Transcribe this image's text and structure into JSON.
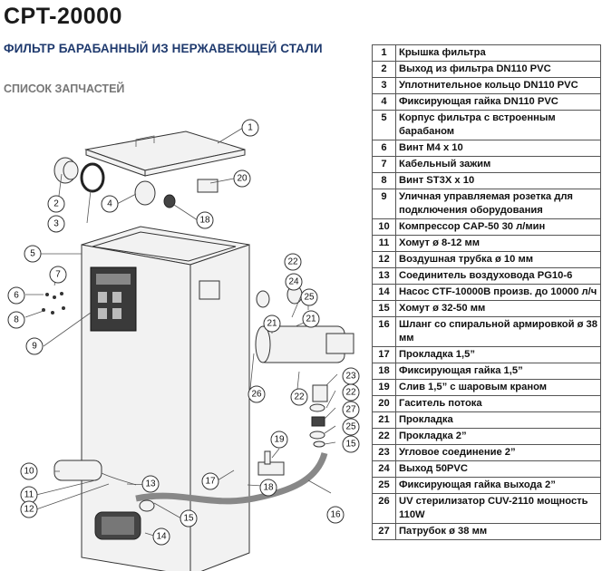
{
  "header": {
    "title": "CPT-20000",
    "subtitle": "ФИЛЬТР БАРАБАННЫЙ ИЗ НЕРЖАВЕЮЩЕЙ СТАЛИ",
    "section": "СПИСОК ЗАПЧАСТЕЙ"
  },
  "parts": [
    {
      "num": "1",
      "name": "Крышка фильтра"
    },
    {
      "num": "2",
      "name": "Выход из фильтра DN110 PVC"
    },
    {
      "num": "3",
      "name": "Уплотнительное кольцо DN110 PVC"
    },
    {
      "num": "4",
      "name": "Фиксирующая гайка DN110 PVC"
    },
    {
      "num": "5",
      "name": "Корпус фильтра с встроенным барабаном"
    },
    {
      "num": "6",
      "name": "Винт M4 x 10"
    },
    {
      "num": "7",
      "name": "Кабельный зажим"
    },
    {
      "num": "8",
      "name": "Винт ST3X x 10"
    },
    {
      "num": "9",
      "name": "Уличная управляемая розетка для подключения оборудования"
    },
    {
      "num": "10",
      "name": "Компрессор CAP-50 30 л/мин"
    },
    {
      "num": "11",
      "name": "Хомут ø 8-12 мм"
    },
    {
      "num": "12",
      "name": "Воздушная трубка ø 10 мм"
    },
    {
      "num": "13",
      "name": "Соединитель воздуховода PG10-6"
    },
    {
      "num": "14",
      "name": "Насос CTF-10000B произв. до 10000 л/ч"
    },
    {
      "num": "15",
      "name": "Хомут ø 32-50 мм"
    },
    {
      "num": "16",
      "name": "Шланг со спиральной армировкой ø 38 мм"
    },
    {
      "num": "17",
      "name": "Прокладка 1,5”"
    },
    {
      "num": "18",
      "name": "Фиксирующая гайка 1,5”"
    },
    {
      "num": "19",
      "name": "Слив 1,5” с шаровым краном"
    },
    {
      "num": "20",
      "name": "Гаситель потока"
    },
    {
      "num": "21",
      "name": "Прокладка"
    },
    {
      "num": "22",
      "name": "Прокладка 2”"
    },
    {
      "num": "23",
      "name": "Угловое соединение 2”"
    },
    {
      "num": "24",
      "name": "Выход 50PVC"
    },
    {
      "num": "25",
      "name": "Фиксирующая гайка выхода 2”"
    },
    {
      "num": "26",
      "name": "UV стерилизатор CUV-2110 мощность 110W"
    },
    {
      "num": "27",
      "name": "Патрубок ø 38 мм"
    }
  ],
  "callouts": [
    "1",
    "2",
    "3",
    "4",
    "5",
    "6",
    "7",
    "8",
    "9",
    "10",
    "11",
    "12",
    "13",
    "14",
    "15",
    "16",
    "17",
    "18",
    "19",
    "20",
    "21",
    "22",
    "23",
    "24",
    "25",
    "26",
    "27"
  ]
}
